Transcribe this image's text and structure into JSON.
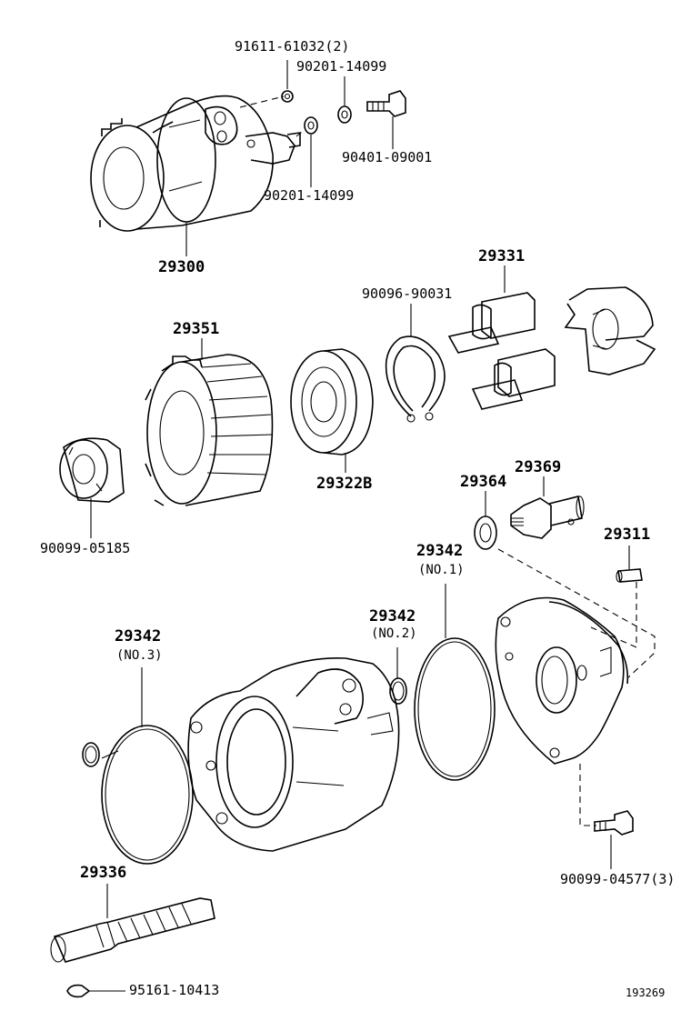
{
  "part_labels": {
    "p91611": "91611-61032(2)",
    "p90201_top": "90201-14099",
    "p90201_mid": "90201-14099",
    "p90401": "90401-09001",
    "p29300": "29300",
    "p29331": "29331",
    "p90096": "90096-90031",
    "p29351": "29351",
    "p29322b": "29322B",
    "p90099_05185": "90099-05185",
    "p29364": "29364",
    "p29369": "29369",
    "p29311": "29311",
    "p29342_no1": "29342",
    "no1": "(NO.1)",
    "p29342_no2": "29342",
    "no2": "(NO.2)",
    "p29342_no3": "29342",
    "no3": "(NO.3)",
    "p29336": "29336",
    "p90099_04577": "90099-04577(3)",
    "p95161": "95161-10413"
  },
  "figure_id": "193269"
}
